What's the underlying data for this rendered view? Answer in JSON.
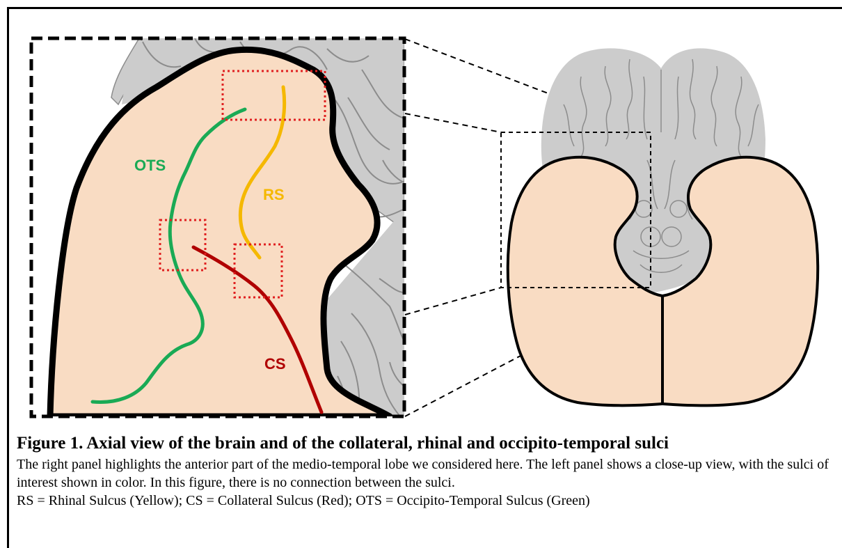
{
  "figure": {
    "labels": {
      "ots": "OTS",
      "rs": "RS",
      "cs": "CS"
    },
    "colors": {
      "ots": "#1aaa55",
      "rs": "#f5b800",
      "cs": "#b00000",
      "roi_box": "#e02020",
      "lobe_fill": "#f9dcc3",
      "brain_fill": "#cccccc",
      "sulci_lines": "#8c8c8c"
    }
  },
  "caption": {
    "title": "Figure 1. Axial view of the brain and of the collateral, rhinal and occipito-temporal sulci",
    "body": "The right panel highlights the anterior part of the medio-temporal lobe we considered here. The left panel shows a close-up view, with the sulci of interest shown in color. In this figure, there is no connection between the sulci.",
    "abbreviations": "RS = Rhinal Sulcus (Yellow); CS = Collateral Sulcus (Red); OTS = Occipito-Temporal Sulcus (Green)"
  }
}
